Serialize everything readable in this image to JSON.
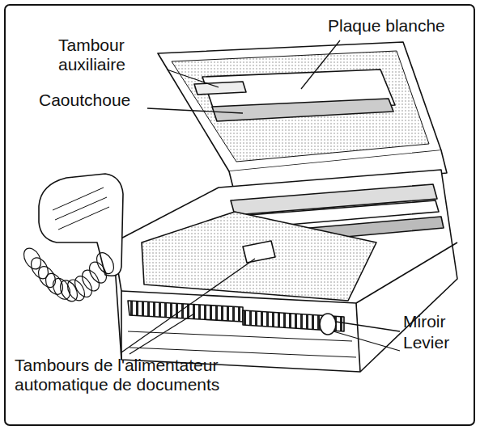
{
  "diagram": {
    "labels": [
      "Plaque blanche",
      "Tambour auxiliaire",
      "Caoutchoue",
      "Miroir",
      "Levier",
      "Tambours de l'alimentateur automatique de documents"
    ]
  }
}
